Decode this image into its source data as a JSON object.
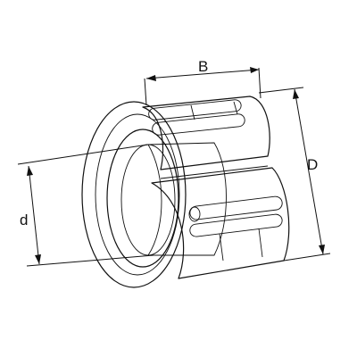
{
  "dimensions": {
    "width_label": "B",
    "inner_diameter_label": "d",
    "outer_diameter_label": "D"
  },
  "colors": {
    "metal_light": "#f1f1f1",
    "metal_mid": "#cfcfcf",
    "metal_dark": "#9a9a9a",
    "line": "#111111"
  }
}
